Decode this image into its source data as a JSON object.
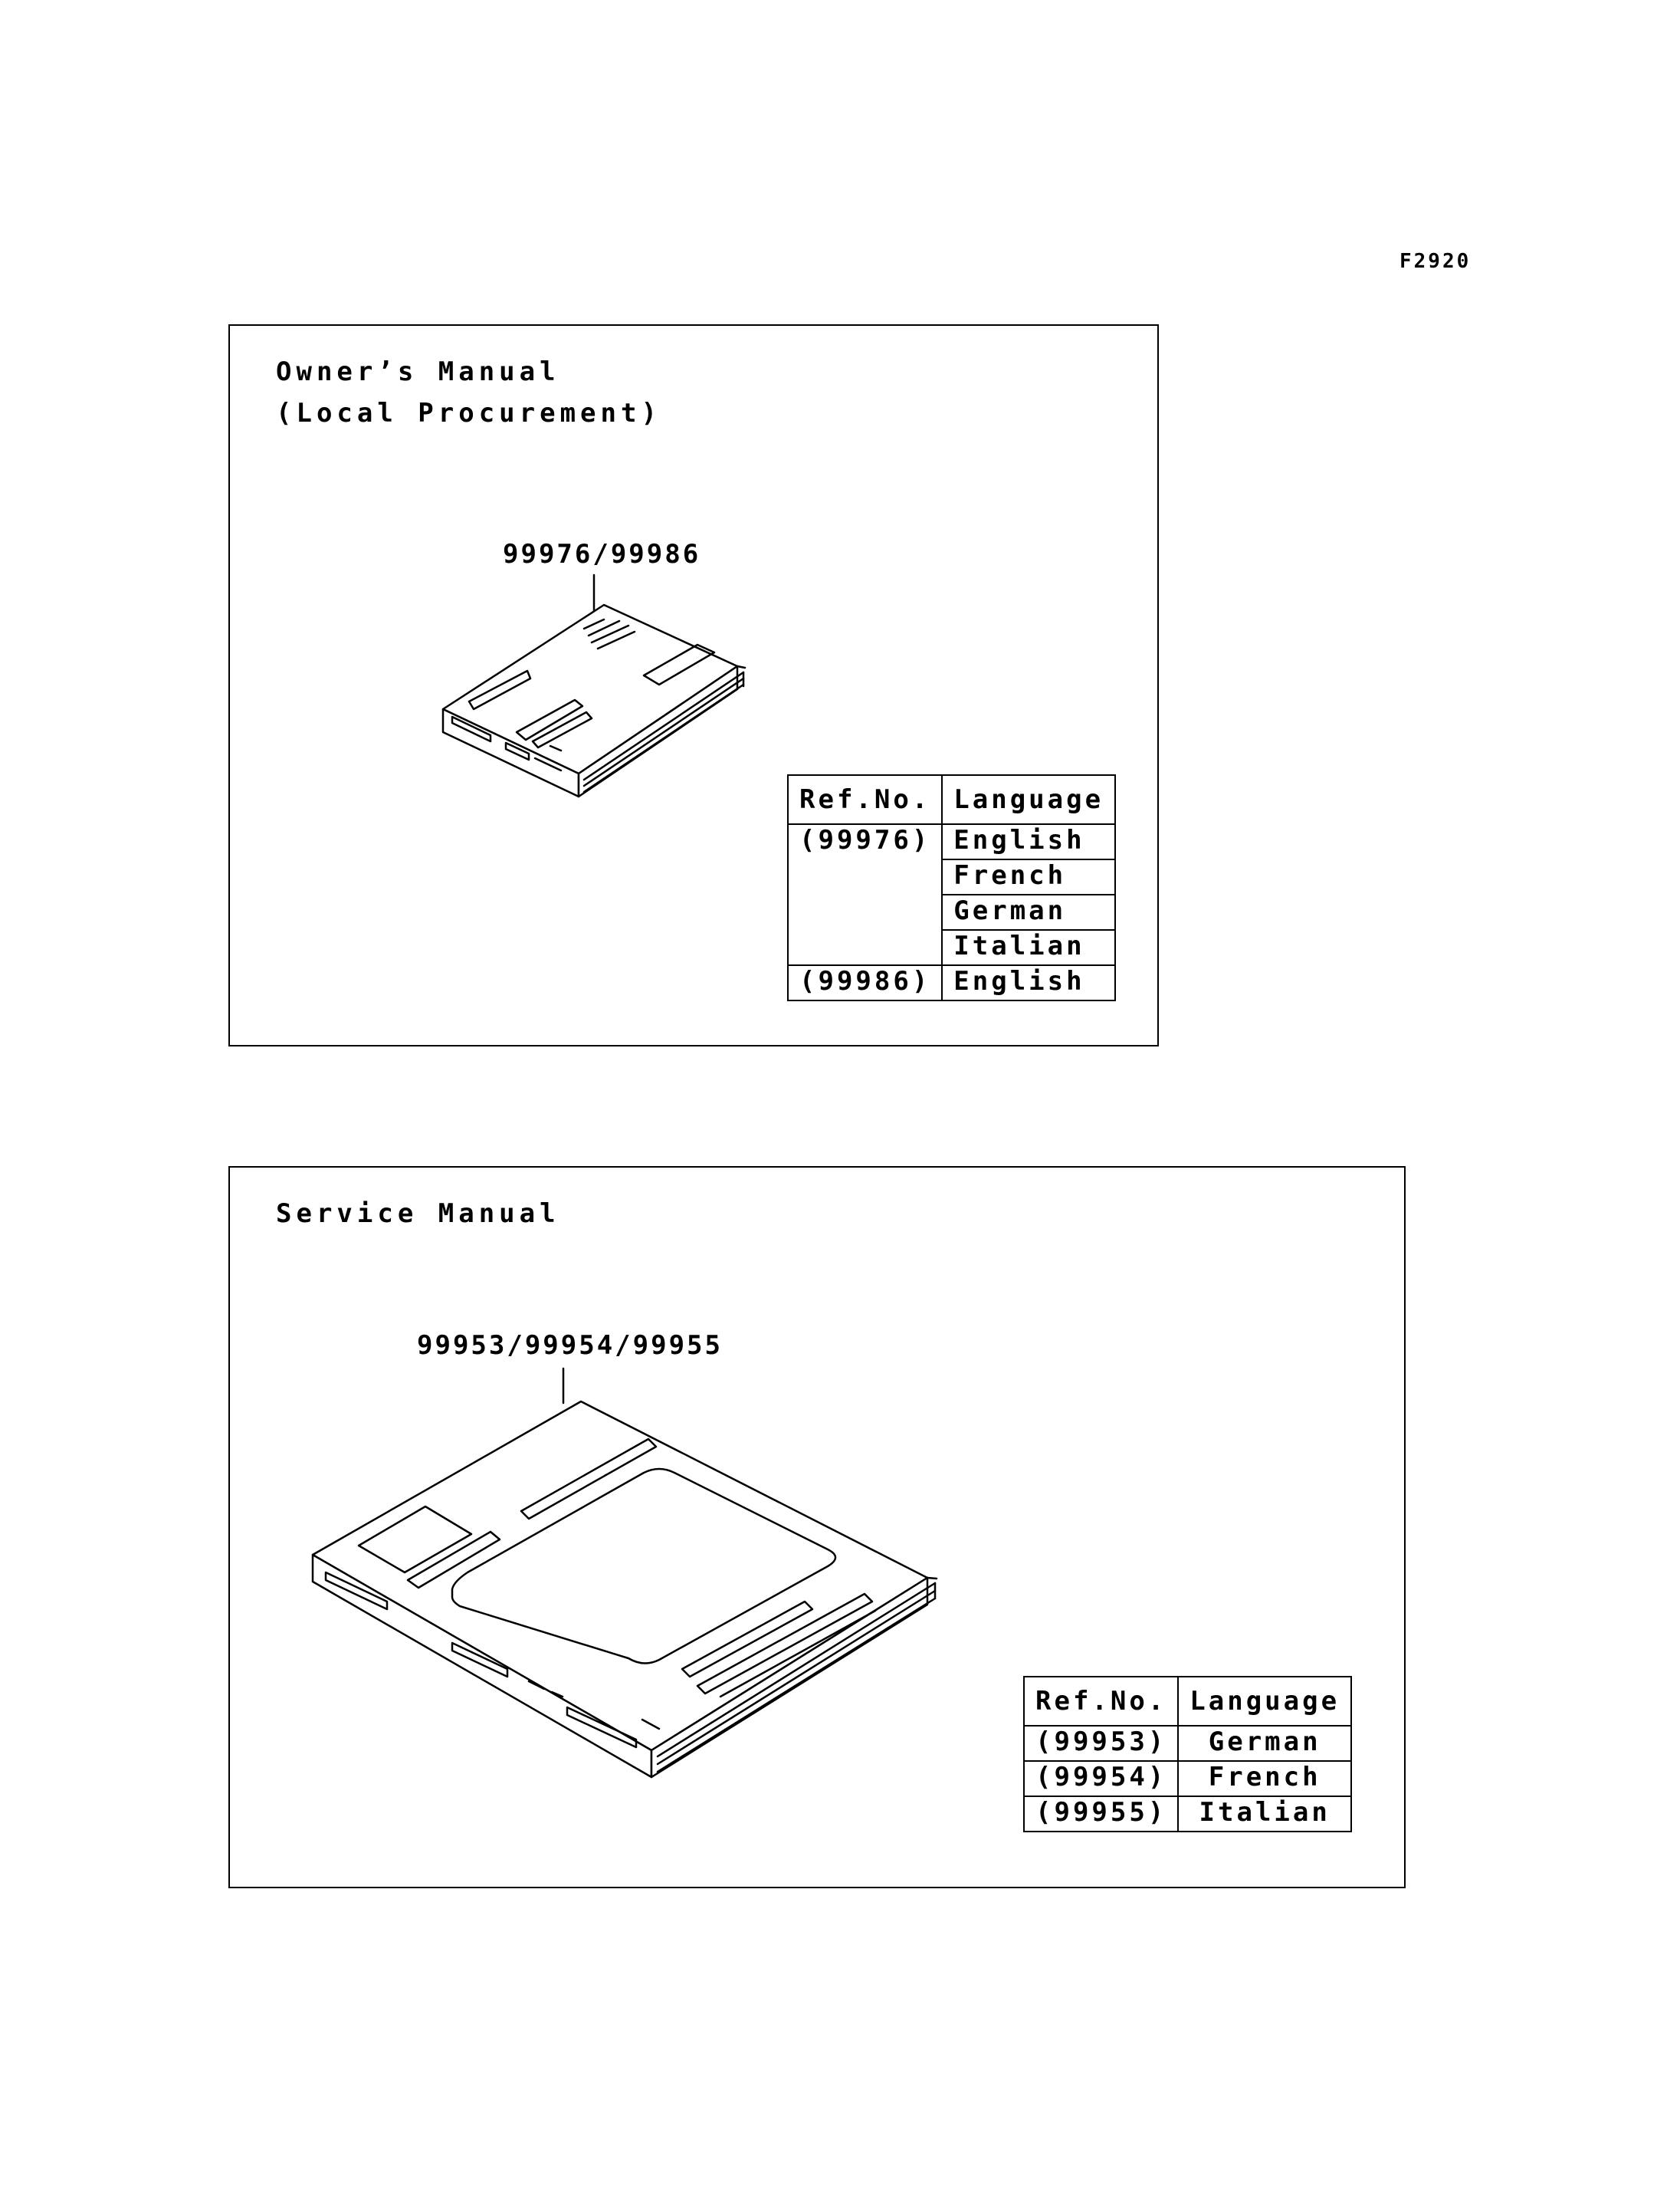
{
  "figure_code": "F2920",
  "owner_panel": {
    "title_line1": "Owner’s Manual",
    "title_line2": "(Local Procurement)",
    "callout": "99976/99986",
    "table": {
      "header_ref": "Ref.No.",
      "header_lang": "Language",
      "rows": [
        {
          "ref": "(99976)",
          "lang": "English"
        },
        {
          "ref": "",
          "lang": "French"
        },
        {
          "ref": "",
          "lang": "German"
        },
        {
          "ref": "",
          "lang": "Italian"
        },
        {
          "ref": "(99986)",
          "lang": "English"
        }
      ]
    }
  },
  "service_panel": {
    "title": "Service Manual",
    "callout": "99953/99954/99955",
    "table": {
      "header_ref": "Ref.No.",
      "header_lang": "Language",
      "rows": [
        {
          "ref": "(99953)",
          "lang": "German"
        },
        {
          "ref": "(99954)",
          "lang": "French"
        },
        {
          "ref": "(99955)",
          "lang": "Italian"
        }
      ]
    }
  }
}
